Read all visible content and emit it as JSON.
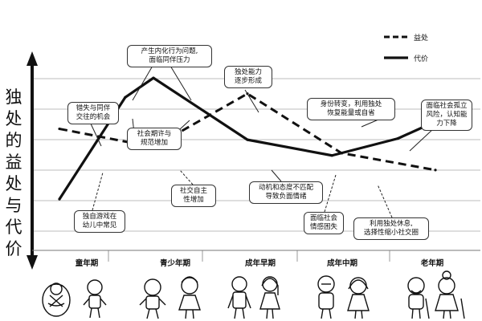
{
  "chart_data": {
    "type": "line",
    "ylabel": "独处的益处与代价",
    "categories": [
      "童年期",
      "青少年期",
      "成年早期",
      "成年中期",
      "老年期"
    ],
    "series": [
      {
        "name": "益处",
        "style": "dashed",
        "points": [
          [
            0,
            0.46
          ],
          [
            1,
            0.31
          ],
          [
            2,
            0.75
          ],
          [
            3,
            0.26
          ],
          [
            4,
            0.12
          ]
        ]
      },
      {
        "name": "代价",
        "style": "solid",
        "points": [
          [
            0,
            -0.12
          ],
          [
            0.7,
            0.72
          ],
          [
            1,
            0.88
          ],
          [
            2,
            0.37
          ],
          [
            2.9,
            0.24
          ],
          [
            3.6,
            0.38
          ],
          [
            4,
            0.52
          ]
        ]
      }
    ],
    "annotations": [
      {
        "id": "a1",
        "text": "产生内化行为问题,\n面临同伴压力"
      },
      {
        "id": "a2",
        "text": "独处能力\n逐步形成"
      },
      {
        "id": "a3",
        "text": "身份转变，利用独处\n恢复能量或自省"
      },
      {
        "id": "a4",
        "text": "面临社会孤立\n风险，认知能\n力下降"
      },
      {
        "id": "a5",
        "text": "错失与同伴\n交往的机会"
      },
      {
        "id": "a6",
        "text": "社会期许与\n规范增加"
      },
      {
        "id": "a7",
        "text": "社交自主\n性增加"
      },
      {
        "id": "a8",
        "text": "动机和态度不匹配\n导致负面情绪"
      },
      {
        "id": "a9",
        "text": "独自游戏在\n幼儿中常见"
      },
      {
        "id": "a10",
        "text": "面临社会\n情感困失"
      },
      {
        "id": "a11",
        "text": "利用独处休息,\n选择性缩小社交圈"
      }
    ],
    "grid": true,
    "legend_position": "top-right",
    "colors": {
      "line": "#111111",
      "grid": "#bdbdbd"
    }
  },
  "figures": [
    "baby-icon",
    "child-icon",
    "teen-boy-icon",
    "teen-girl-icon",
    "young-man-icon",
    "young-woman-icon",
    "middle-man-icon",
    "middle-woman-icon",
    "old-man-icon",
    "old-woman-icon"
  ]
}
